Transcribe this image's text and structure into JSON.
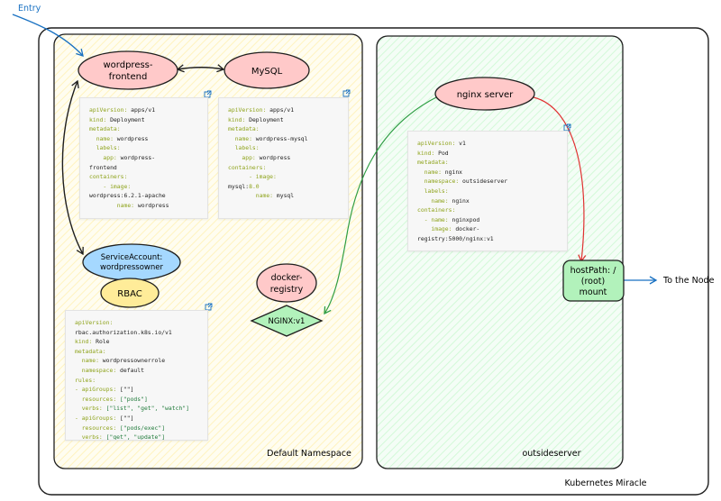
{
  "labels": {
    "entry": "Entry",
    "to_node": "To the Node",
    "cluster": "Kubernetes Miracle",
    "default_ns": "Default Namespace",
    "outside_ns": "outsideserver"
  },
  "nodes": {
    "wordpress_frontend": [
      "wordpress-",
      "frontend"
    ],
    "mysql": "MySQL",
    "nginx_server": "nginx server",
    "service_account": [
      "ServiceAccount:",
      "wordpressowner"
    ],
    "rbac": "RBAC",
    "docker_registry": [
      "docker-",
      "registry"
    ],
    "nginx_image": "NGINX:v1",
    "host_path": [
      "hostPath: /",
      "(root)",
      "mount"
    ]
  },
  "colors": {
    "pink": "#ffc9c9",
    "green_node": "#b2f2bb",
    "blue_node": "#a5d8ff",
    "yellow_node": "#ffec99",
    "default_ns_fill": "#fff9db",
    "outside_ns_fill": "#ebfbee",
    "red_arrow": "#e03131",
    "green_arrow": "#2f9e44",
    "blue_arrow": "#1971c2"
  },
  "code_blocks": {
    "wp_deployment": [
      [
        [
          "k",
          "apiVersion: "
        ],
        [
          "t",
          "apps/v1"
        ]
      ],
      [
        [
          "k",
          "kind: "
        ],
        [
          "t",
          "Deployment"
        ]
      ],
      [
        [
          "k",
          "metadata:"
        ]
      ],
      [
        [
          "k",
          "  name: "
        ],
        [
          "t",
          "wordpress"
        ]
      ],
      [
        [
          "k",
          "  labels:"
        ]
      ],
      [
        [
          "k",
          "    app: "
        ],
        [
          "t",
          "wordpress-"
        ]
      ],
      [
        [
          "t",
          "frontend"
        ]
      ],
      [
        [
          "k",
          "containers:"
        ]
      ],
      [
        [
          "k",
          "    - image:"
        ]
      ],
      [
        [
          "t",
          "wordpress:6.2.1-apache"
        ]
      ],
      [
        [
          "k",
          "        name: "
        ],
        [
          "t",
          "wordpress"
        ]
      ]
    ],
    "mysql_deployment": [
      [
        [
          "k",
          "apiVersion: "
        ],
        [
          "t",
          "apps/v1"
        ]
      ],
      [
        [
          "k",
          "kind: "
        ],
        [
          "t",
          "Deployment"
        ]
      ],
      [
        [
          "k",
          "metadata:"
        ]
      ],
      [
        [
          "k",
          "  name: "
        ],
        [
          "t",
          "wordpress-mysql"
        ]
      ],
      [
        [
          "k",
          "  labels:"
        ]
      ],
      [
        [
          "k",
          "    app: "
        ],
        [
          "t",
          "wordpress"
        ]
      ],
      [
        [
          "k",
          "containers:"
        ]
      ],
      [
        [
          "k",
          "      - image:"
        ]
      ],
      [
        [
          "t",
          "mysql:"
        ],
        [
          "k",
          "8.0"
        ]
      ],
      [
        [
          "k",
          "        name: "
        ],
        [
          "t",
          "mysql"
        ]
      ]
    ],
    "nginx_pod": [
      [
        [
          "k",
          "apiVersion: "
        ],
        [
          "t",
          "v1"
        ]
      ],
      [
        [
          "k",
          "kind: "
        ],
        [
          "t",
          "Pod"
        ]
      ],
      [
        [
          "k",
          "metadata:"
        ]
      ],
      [
        [
          "k",
          "  name: "
        ],
        [
          "t",
          "nginx"
        ]
      ],
      [
        [
          "k",
          "  namespace: "
        ],
        [
          "t",
          "outsideserver"
        ]
      ],
      [
        [
          "k",
          "  labels:"
        ]
      ],
      [
        [
          "k",
          "    name: "
        ],
        [
          "t",
          "nginx"
        ]
      ],
      [
        [
          "k",
          "containers:"
        ]
      ],
      [
        [
          "k",
          "  - name: "
        ],
        [
          "t",
          "nginxpod"
        ]
      ],
      [
        [
          "k",
          "    image: "
        ],
        [
          "t",
          "docker-"
        ]
      ],
      [
        [
          "t",
          "registry:5000/nginx:v1"
        ]
      ]
    ],
    "rbac_role": [
      [
        [
          "k",
          "apiVersion:"
        ]
      ],
      [
        [
          "t",
          "rbac.authorization.k8s.io/v1"
        ]
      ],
      [
        [
          "k",
          "kind: "
        ],
        [
          "t",
          "Role"
        ]
      ],
      [
        [
          "k",
          "metadata:"
        ]
      ],
      [
        [
          "k",
          "  name: "
        ],
        [
          "t",
          "wordpressownerrole"
        ]
      ],
      [
        [
          "k",
          "  namespace: "
        ],
        [
          "t",
          "default"
        ]
      ],
      [
        [
          "k",
          "rules:"
        ]
      ],
      [
        [
          "k",
          "- apiGroups: "
        ],
        [
          "t",
          "[\"\"]"
        ]
      ],
      [
        [
          "k",
          "  resources: "
        ],
        [
          "s",
          "[\"pods\"]"
        ]
      ],
      [
        [
          "k",
          "  verbs: "
        ],
        [
          "s",
          "[\"list\", \"get\", \"watch\"]"
        ]
      ],
      [
        [
          "k",
          "- apiGroups: "
        ],
        [
          "t",
          "[\"\"]"
        ]
      ],
      [
        [
          "k",
          "  resources: "
        ],
        [
          "s",
          "[\"pods/exec\"]"
        ]
      ],
      [
        [
          "k",
          "  verbs: "
        ],
        [
          "s",
          "[\"get\", \"update\"]"
        ]
      ]
    ]
  }
}
